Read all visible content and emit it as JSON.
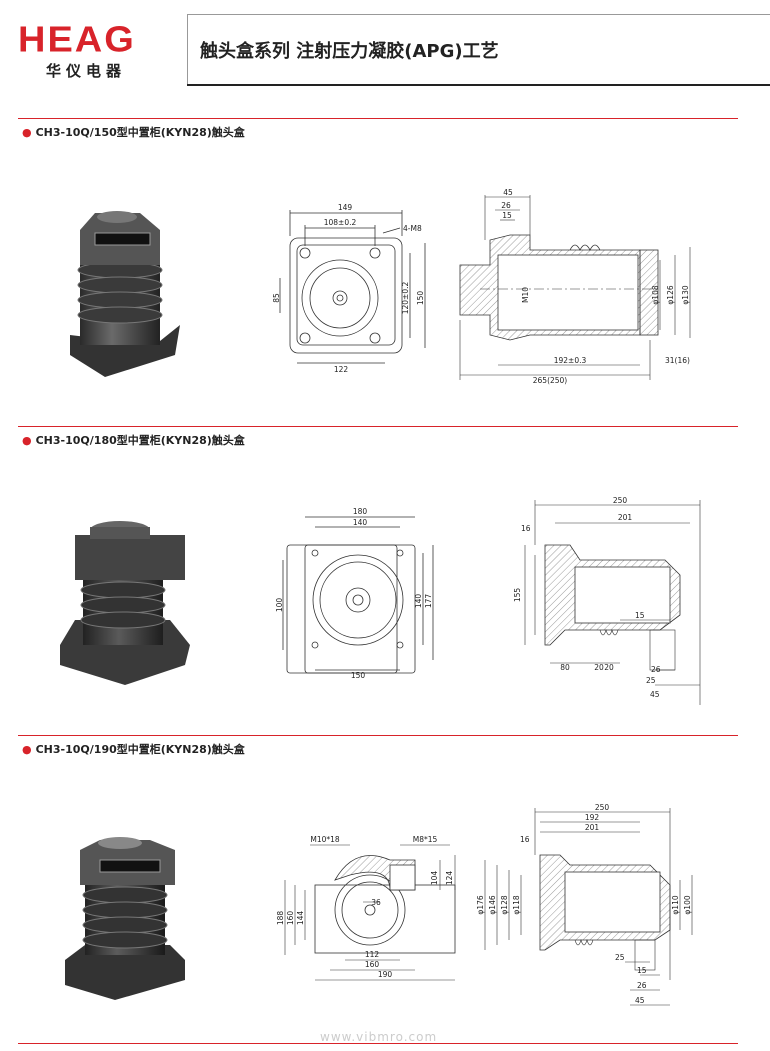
{
  "header": {
    "logo_text": "HEAG",
    "logo_cn": "华仪电器",
    "title": "触头盒系列  注射压力凝胶(APG)工艺"
  },
  "sections": [
    {
      "title": "CH3-10Q/150型中置柜(KYN28)触头盒",
      "front": {
        "dims": [
          "149",
          "108±0.2",
          "4-M8",
          "85",
          "120±0.2",
          "150",
          "122"
        ]
      },
      "side": {
        "dims": [
          "45",
          "26",
          "15",
          "M10",
          "φ108",
          "φ126",
          "φ130",
          "192±0.3",
          "31(16)",
          "265(250)"
        ]
      }
    },
    {
      "title": "CH3-10Q/180型中置柜(KYN28)触头盒",
      "front": {
        "dims": [
          "180",
          "140",
          "100",
          "140",
          "177",
          "150"
        ]
      },
      "side": {
        "dims": [
          "250",
          "201",
          "16",
          "155",
          "15",
          "80",
          "20",
          "20",
          "26",
          "25",
          "45"
        ]
      }
    },
    {
      "title": "CH3-10Q/190型中置柜(KYN28)触头盒",
      "front": {
        "dims": [
          "M10*18",
          "M8*15",
          "104",
          "124",
          "188",
          "160",
          "144",
          "36",
          "112",
          "160",
          "190"
        ]
      },
      "side": {
        "dims": [
          "250",
          "192",
          "201",
          "16",
          "φ176",
          "φ146",
          "φ128",
          "φ118",
          "φ110",
          "φ100",
          "25",
          "15",
          "26",
          "45"
        ]
      }
    }
  ],
  "watermark": "www.vibmro.com"
}
